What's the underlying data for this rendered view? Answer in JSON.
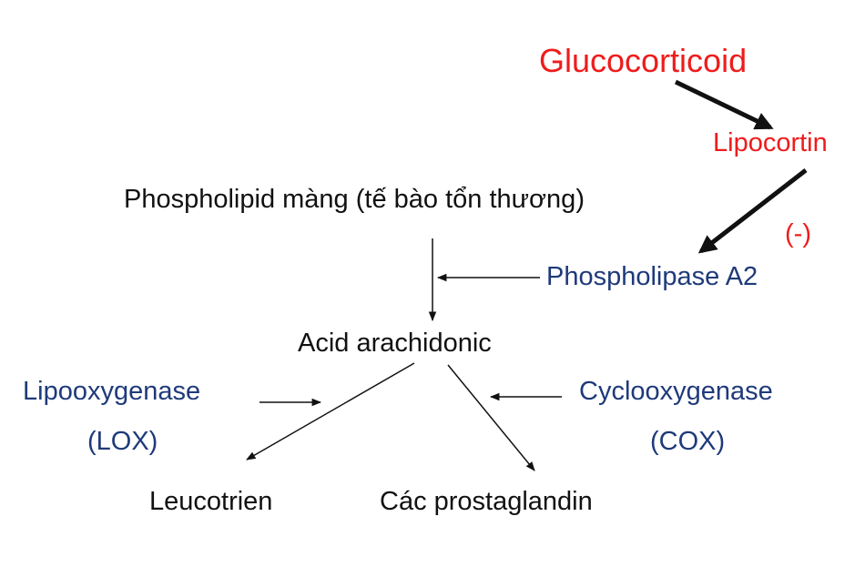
{
  "diagram": {
    "nodes": {
      "glucocorticoid": "Glucocorticoid",
      "lipocortin": "Lipocortin",
      "inhibition": "(-)",
      "phospholipid": "Phospholipid màng (tế bào tổn thương)",
      "phospholipase": "Phospholipase A2",
      "arachidonic": "Acid arachidonic",
      "lipooxygenase": "Lipooxygenase",
      "lox": "(LOX)",
      "cyclooxygenase": "Cyclooxygenase",
      "cox": "(COX)",
      "leucotrien": "Leucotrien",
      "prostaglandin": "Các prostaglandin"
    },
    "colors": {
      "inhibitor_text": "#ee1c1c",
      "enzyme_text": "#1f3a7a",
      "substance_text": "#111111",
      "arrow": "#111111"
    }
  }
}
